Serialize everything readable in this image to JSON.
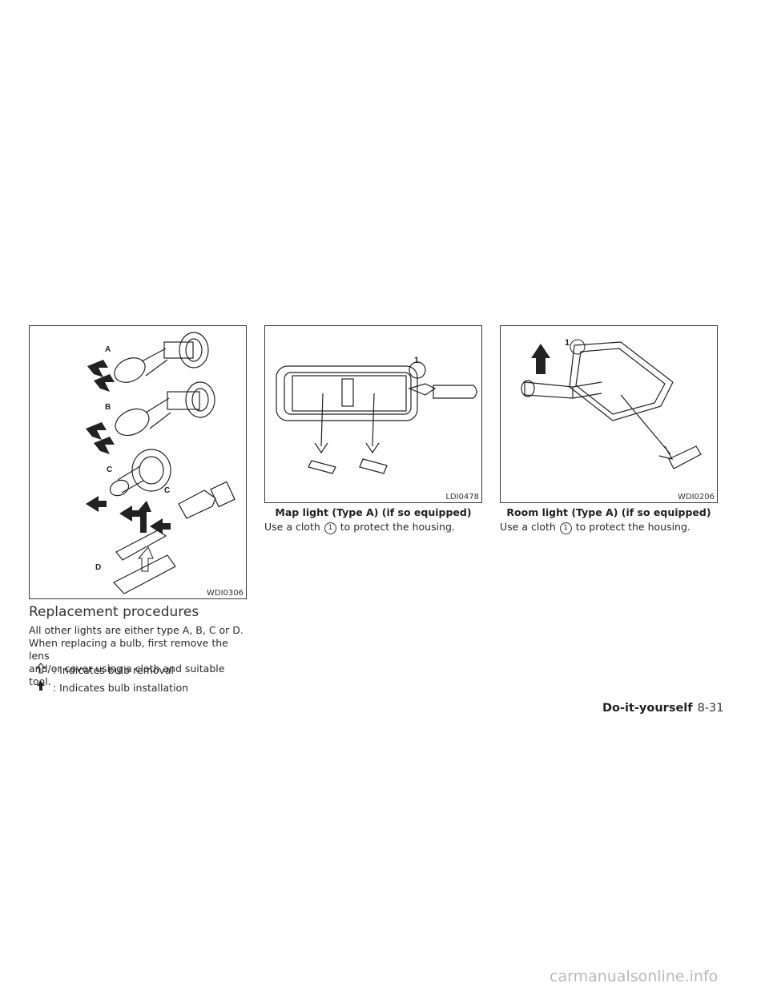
{
  "figures": {
    "left": {
      "code": "WDI0306",
      "labels": [
        "A",
        "B",
        "C",
        "C",
        "D"
      ]
    },
    "middle": {
      "code": "LDI0478",
      "callout": "1"
    },
    "right": {
      "code": "WDI0206",
      "callout": "1"
    }
  },
  "captions": {
    "map_light": "Map light (Type A) (if so equipped)",
    "room_light": "Room light (Type A) (if so equipped)"
  },
  "map_text": {
    "before": "Use a cloth",
    "num": "1",
    "after": "to protect the housing."
  },
  "room_text": {
    "before": "Use a cloth",
    "num": "1",
    "after": "to protect the housing."
  },
  "section": {
    "heading": "Replacement procedures",
    "para1": "All other lights are either type A, B, C or D.",
    "para2": "When replacing a bulb, first remove the lens",
    "para3": "and/or cover using a cloth and suitable tool."
  },
  "legend": {
    "removal": ": Indicates bulb removal",
    "installation": ": Indicates bulb installation",
    "removal_icon": "hollow-up-arrow-icon",
    "installation_icon": "solid-up-arrow-icon"
  },
  "footer": {
    "section": "Do-it-yourself",
    "page": "8-31"
  },
  "watermark": "carmanualsonline.info"
}
